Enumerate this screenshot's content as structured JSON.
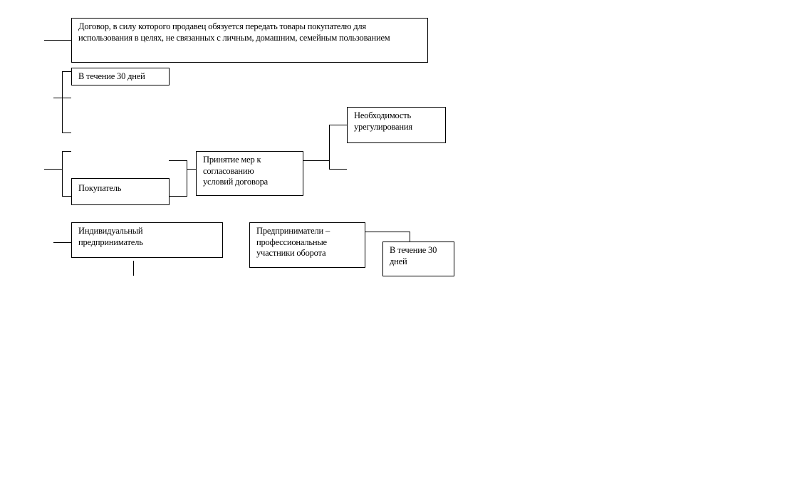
{
  "nodes": {
    "contract_definition": "Договор, в силу которого продавец обязуется передать товары покупателю для использования в целях, не связанных с личным, домашним, семейным пользованием",
    "within_30_days_top": "В течение 30 дней",
    "need_for_settlement": "Необходимость урегулирования",
    "measures_agreement": "Принятие мер к согласованию условий договора",
    "buyer": "Покупатель",
    "individual_entrepreneur": "Индивидуальный предприниматель",
    "entrepreneurs_professional": "Предприниматели – профессиональные участники оборота",
    "within_30_days_bottom": "В течение 30 дней"
  }
}
